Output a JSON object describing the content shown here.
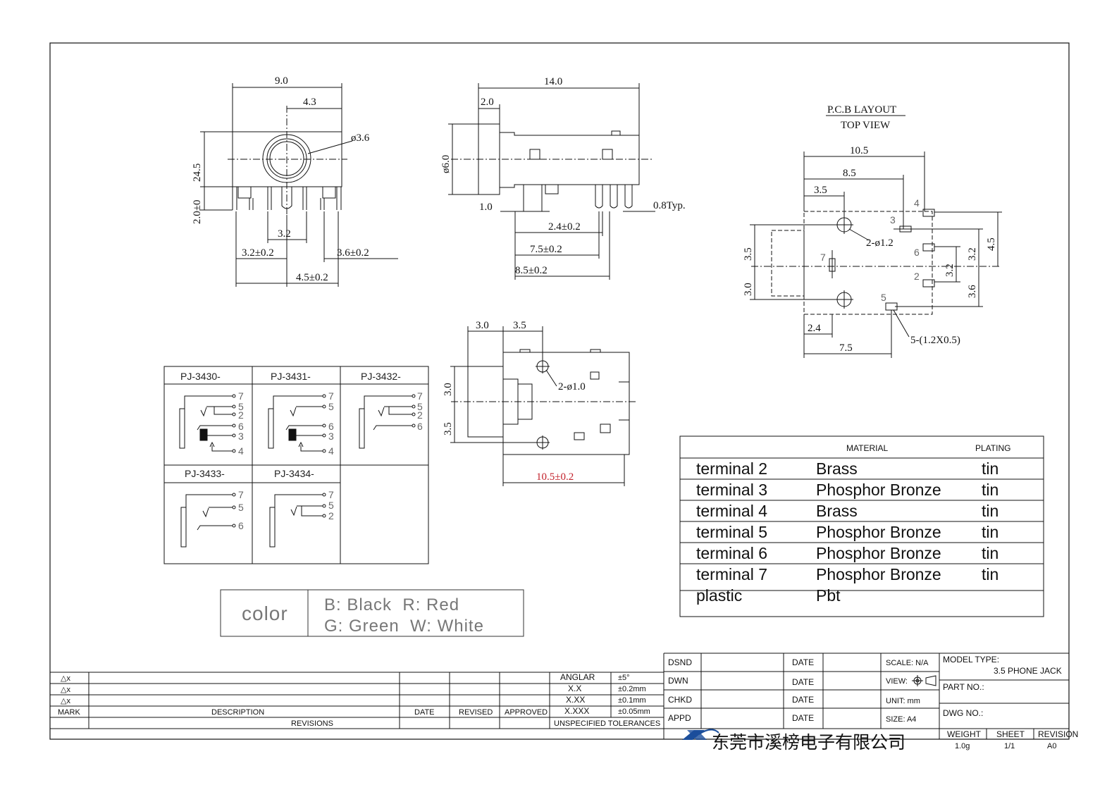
{
  "front_view": {
    "width": "9.0",
    "center_offset": "4.3",
    "bore_dia": "ø3.6",
    "height": "24.5",
    "pin_length": "2.0±0",
    "pin_gap": "3.2",
    "left_pitch": "3.2±0.2",
    "right_pitch": "3.6±0.2",
    "half_span": "4.5±0.2"
  },
  "side_view": {
    "length": "14.0",
    "collar": "2.0",
    "diameter": "ø6.0",
    "pin_offset": "1.0",
    "pin_thickness": "0.8Typ.",
    "d1": "2.4±0.2",
    "d2": "7.5±0.2",
    "d3": "8.5±0.2"
  },
  "pcb_layout": {
    "title": "P.C.B LAYOUT",
    "subtitle": "TOP VIEW",
    "w_total": "10.5",
    "w_mid": "8.5",
    "w_hole": "3.5",
    "hole_note": "2-ø1.2",
    "pad_note": "5-(1.2X0.5)",
    "left_top": "3.5",
    "left_bottom": "3.0",
    "right_total": "4.5",
    "right_a": "3.2",
    "right_b": "3.2",
    "right_c": "3.6",
    "bottom_a": "2.4",
    "bottom_b": "7.5",
    "pads": [
      "4",
      "3",
      "6",
      "7",
      "2",
      "5"
    ]
  },
  "bottom_view": {
    "top_a": "3.0",
    "top_b": "3.5",
    "left_a": "3.0",
    "left_b": "3.5",
    "hole_note": "2-ø1.0",
    "width": "10.5±0.2"
  },
  "variants": {
    "models": [
      "PJ-3430-",
      "PJ-3431-",
      "PJ-3432-",
      "PJ-3433-",
      "PJ-3434-"
    ],
    "pins_3430": [
      "7",
      "5",
      "2",
      "6",
      "3",
      "4"
    ],
    "pins_3431": [
      "7",
      "5",
      "6",
      "3",
      "4"
    ],
    "pins_3432": [
      "7",
      "5",
      "2",
      "6"
    ],
    "pins_3433": [
      "7",
      "5",
      "6"
    ],
    "pins_3434": [
      "7",
      "5",
      "2"
    ]
  },
  "color_legend": {
    "label": "color",
    "line1": "B: Black  R: Red",
    "line2": "G: Green  W: White"
  },
  "materials": {
    "header_material": "MATERIAL",
    "header_plating": "PLATING",
    "rows": [
      {
        "part": "terminal 2",
        "material": "Brass",
        "plating": "tin"
      },
      {
        "part": "terminal 3",
        "material": "Phosphor Bronze",
        "plating": "tin"
      },
      {
        "part": "terminal 4",
        "material": "Brass",
        "plating": "tin"
      },
      {
        "part": "terminal 5",
        "material": "Phosphor Bronze",
        "plating": "tin"
      },
      {
        "part": "terminal 6",
        "material": "Phosphor Bronze",
        "plating": "tin"
      },
      {
        "part": "terminal 7",
        "material": "Phosphor Bronze",
        "plating": "tin"
      },
      {
        "part": "plastic",
        "material": "Pbt",
        "plating": ""
      }
    ]
  },
  "revisions": {
    "marks": [
      "△x",
      "△x",
      "△x"
    ],
    "col_mark": "MARK",
    "col_description": "DESCRIPTION",
    "col_date": "DATE",
    "col_revised": "REVISED",
    "col_approved": "APPROVED",
    "footer": "REVISIONS"
  },
  "tolerances": {
    "rows": [
      {
        "k": "ANGLAR",
        "v": "±5°"
      },
      {
        "k": "X.X",
        "v": "±0.2mm"
      },
      {
        "k": "X.XX",
        "v": "±0.1mm"
      },
      {
        "k": "X.XXX",
        "v": "±0.05mm"
      }
    ],
    "footer": "UNSPECIFIED TOLERANCES"
  },
  "signoff": {
    "rows": [
      "DSND",
      "DWN",
      "CHKD",
      "APPD"
    ],
    "date": "DATE"
  },
  "info": {
    "scale": "SCALE: N/A",
    "view": "VIEW:",
    "unit": "UNIT: mm",
    "size": "SIZE: A4"
  },
  "title_block": {
    "model_type_label": "MODEL TYPE:",
    "model_type": "3.5 PHONE JACK",
    "part_no_label": "PART NO.:",
    "dwg_no_label": "DWG NO.:",
    "company": "东莞市溪榜电子有限公司",
    "weight_label": "WEIGHT",
    "weight": "1.0g",
    "sheet_label": "SHEET",
    "sheet": "1/1",
    "revision_label": "REVISION",
    "revision": "A0"
  },
  "colors": {
    "line": "#111111",
    "dim_red": "#c2202a",
    "logo_blue": "#1b4e9b"
  }
}
